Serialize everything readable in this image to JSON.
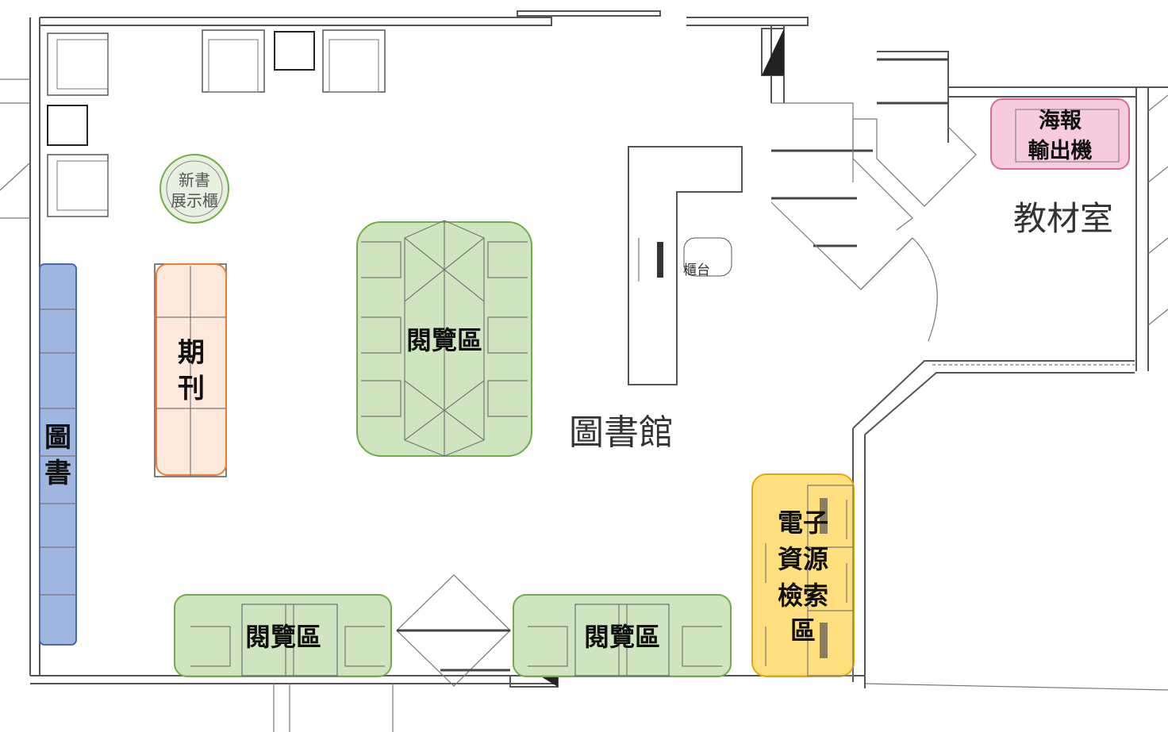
{
  "rooms": {
    "library": "圖書館",
    "materials_room": "教材室",
    "counter": "櫃台"
  },
  "zones": {
    "books": {
      "label_line1": "圖",
      "label_line2": "書",
      "color": "#8ea9db",
      "border": "#4a69b0"
    },
    "periodicals": {
      "label_line1": "期",
      "label_line2": "刊",
      "color": "#fbe5d6",
      "border": "#ed7d31"
    },
    "new_books_display": {
      "label_line1": "新書",
      "label_line2": "展示櫃",
      "color": "#e2efd9",
      "border": "#70ad47"
    },
    "reading_center": {
      "label": "閱覽區",
      "color": "#c5e0b4",
      "border": "#70ad47"
    },
    "reading_bottom_left": {
      "label": "閱覽區",
      "color": "#c5e0b4",
      "border": "#70ad47"
    },
    "reading_bottom_right": {
      "label": "閱覽區",
      "color": "#c5e0b4",
      "border": "#70ad47"
    },
    "e_resources": {
      "line1": "電子",
      "line2": "資源",
      "line3": "檢索",
      "line4": "區",
      "color": "#ffd966",
      "border": "#e6a800"
    },
    "poster_printer": {
      "line1": "海報",
      "line2": "輸出機",
      "color": "#f4c2d7",
      "border": "#d96a9a"
    }
  }
}
